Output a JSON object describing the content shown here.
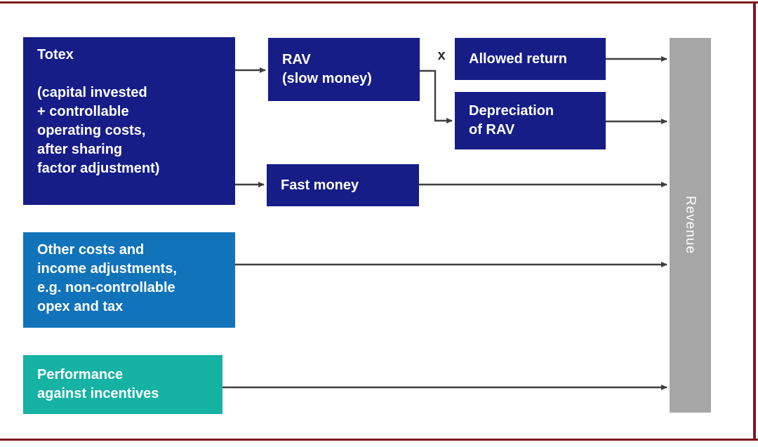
{
  "diagram": {
    "nodes": {
      "totex": {
        "text": "Totex\n\n(capital invested\n+ controllable\noperating costs,\nafter sharing\nfactor adjustment)",
        "color": "#161d87"
      },
      "rav": {
        "text": "RAV\n(slow money)",
        "color": "#161d87"
      },
      "allowed_return": {
        "text": "Allowed return",
        "color": "#161d87"
      },
      "depreciation": {
        "text": "Depreciation\nof RAV",
        "color": "#161d87"
      },
      "fast_money": {
        "text": "Fast money",
        "color": "#161d87"
      },
      "other_costs": {
        "text": "Other costs and\nincome adjustments,\ne.g. non-controllable\nopex and tax",
        "color": "#1173b9"
      },
      "performance": {
        "text": "Performance\nagainst incentives",
        "color": "#16b2a4"
      },
      "revenue": {
        "text": "Revenue",
        "color": "#a6a6a6"
      }
    },
    "operator_label": "x",
    "colors": {
      "navy_box": "#161d87",
      "blue_box": "#1173b9",
      "teal_box": "#16b2a4",
      "revenue_bar": "#a6a6a6",
      "arrow": "#3f3f3f",
      "frame": "#7a1b21",
      "box_text": "#ffffff",
      "operator_text": "#2d2d2d"
    }
  }
}
